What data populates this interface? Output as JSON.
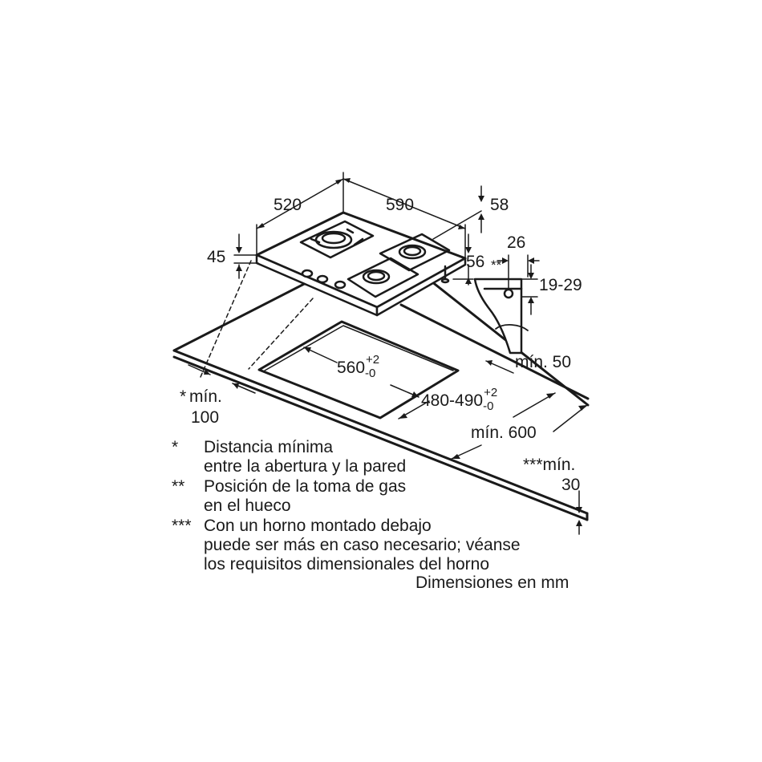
{
  "dimensions": {
    "depth": "520",
    "width": "590",
    "rear_clearance": "58",
    "height": "45",
    "gas_inlet": "56",
    "gas_inlet_mark": "**",
    "worktop_edge": "26",
    "worktop_thickness": "19-29",
    "min_rear": "mín. 50",
    "min_side_mark": "*",
    "min_side_label": "mín.",
    "min_side_value": "100",
    "cutout_width": "560",
    "cutout_width_tol_top": "+2",
    "cutout_width_tol_bottom": "-0",
    "cutout_depth": "480-490",
    "cutout_depth_tol_top": "+2",
    "cutout_depth_tol_bottom": "-0",
    "min_depth": "mín. 600",
    "min_oven_label": "***mín.",
    "min_oven_value": "30"
  },
  "notes": [
    {
      "mark": "*",
      "lines": [
        "Distancia mínima",
        "entre la abertura y la pared"
      ]
    },
    {
      "mark": "**",
      "lines": [
        "Posición de la toma de gas",
        "en el hueco"
      ]
    },
    {
      "mark": "***",
      "lines": [
        "Con un horno montado debajo",
        "puede ser más en caso necesario; véanse",
        "los requisitos dimensionales del horno"
      ]
    }
  ],
  "units": "Dimensiones en mm"
}
